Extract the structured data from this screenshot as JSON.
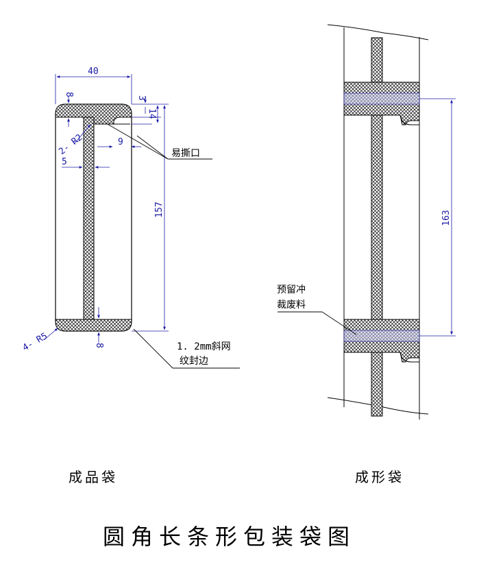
{
  "left_bag": {
    "caption": "成品袋",
    "dims": {
      "width": "40",
      "top_seal": "8",
      "offset_3": "3",
      "offset_14": "14",
      "corner_r2": "2- R2",
      "tear_9": "9",
      "side_5": "5",
      "height": "157",
      "bottom_seal": "8",
      "corner_r5": "4- R5"
    },
    "labels": {
      "tear_notch": "易撕口",
      "seal_line1": "1. 2mm斜网",
      "seal_line2": "纹封边"
    }
  },
  "right_bag": {
    "caption": "成形袋",
    "dims": {
      "pitch": "163"
    },
    "labels": {
      "waste_line1": "预留冲",
      "waste_line2": "裁废料"
    }
  },
  "title": "圆角长条形包装袋图",
  "colors": {
    "dimension": "#1a1aa6",
    "outline": "#000000"
  }
}
